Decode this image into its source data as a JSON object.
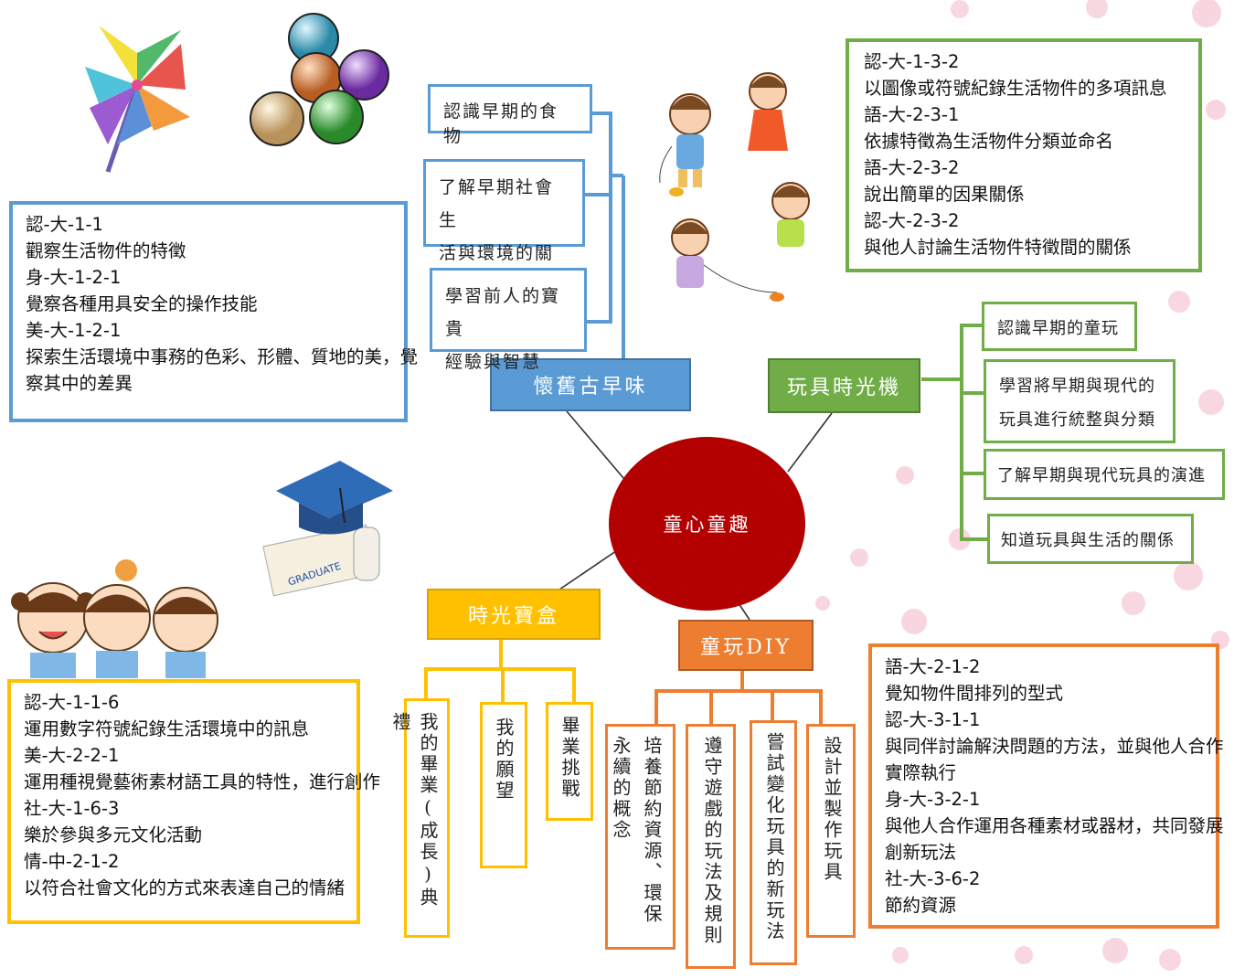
{
  "center": {
    "label": "童心童趣",
    "color": "#b30000"
  },
  "themes": {
    "nostalgia": {
      "label": "懷舊古早味",
      "color": "#5b9bd5",
      "subtopics": [
        "認識早期的食物",
        [
          "了解早期社會生",
          "活與環境的關係"
        ],
        [
          "學習前人的寶貴",
          "經驗與智慧"
        ]
      ]
    },
    "toys": {
      "label": "玩具時光機",
      "color": "#70ad47",
      "subtopics": [
        "認識早期的童玩",
        [
          "學習將早期與現代的",
          "玩具進行統整與分類"
        ],
        "了解早期與現代玩具的演進",
        "知道玩具與生活的關係"
      ]
    },
    "treasure": {
      "label": "時光寶盒",
      "color": "#ffc000",
      "subtopics": [
        "我的畢業(成長)典禮",
        "我的願望",
        "畢業挑戰"
      ]
    },
    "diy": {
      "label": "童玩DIY",
      "color": "#ed7d31",
      "subtopics": [
        "培養節約資源、環保永續的概念",
        "遵守遊戲的玩法及規則",
        "嘗試變化玩具的新玩法",
        "設計並製作玩具"
      ]
    }
  },
  "indicators": {
    "blue": [
      "認-大-1-1",
      "觀察生活物件的特徵",
      "身-大-1-2-1",
      "覺察各種用具安全的操作技能",
      "美-大-1-2-1",
      "探索生活環境中事務的色彩、形體、質地的美，覺",
      "察其中的差異"
    ],
    "green": [
      "認-大-1-3-2",
      "以圖像或符號紀錄生活物件的多項訊息",
      "語-大-2-3-1",
      "依據特徵為生活物件分類並命名",
      "語-大-2-3-2",
      "說出簡單的因果關係",
      "認-大-2-3-2",
      "與他人討論生活物件特徵間的關係"
    ],
    "yellow": [
      "認-大-1-1-6",
      "運用數字符號紀錄生活環境中的訊息",
      "美-大-2-2-1",
      "運用種視覺藝術素材語工具的特性，進行創作",
      "社-大-1-6-3",
      "樂於參與多元文化活動",
      "情-中-2-1-2",
      "以符合社會文化的方式來表達自己的情緒"
    ],
    "orange": [
      "語-大-2-1-2",
      "覺知物件間排列的型式",
      "認-大-3-1-1",
      "與同伴討論解決問題的方法，並與他人合作",
      "實際執行",
      "身-大-3-2-1",
      "與他人合作運用各種素材或器材，共同發展",
      "創新玩法",
      "社-大-3-6-2",
      "節約資源"
    ]
  },
  "graduate_card": {
    "text": "GRADUATE"
  },
  "colors": {
    "blue_border": "#5b9bd5",
    "green_border": "#70ad47",
    "yellow_border": "#ffc000",
    "orange_border": "#ed7d31",
    "connector": "#333333"
  }
}
